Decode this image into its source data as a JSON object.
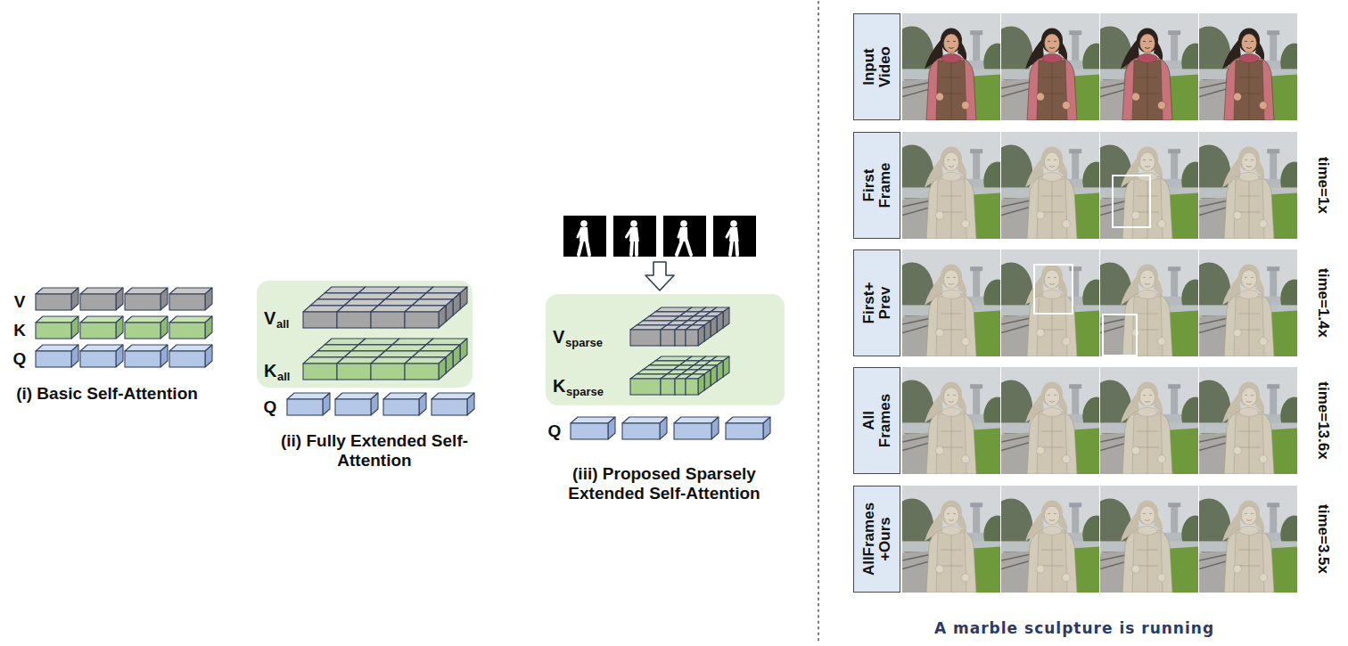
{
  "diagram": {
    "nodes": [
      {
        "text": [
          "V",
          "all",
          "K",
          "all"
        ]
      },
      {
        "text": [
          "V",
          "sparse",
          "K",
          "sparse"
        ]
      },
      {
        "text": [
          "Input Video"
        ]
      },
      {
        "text": [
          "First Frame"
        ]
      },
      {
        "text": [
          "First+ Prev"
        ]
      },
      {
        "text": [
          "All Frames"
        ]
      },
      {
        "text": [
          "AllFrames +Ours"
        ]
      }
    ],
    "labels": [
      "V",
      "K",
      "Q",
      "(i) Basic Self-Attention",
      "Q",
      "(ii) Fully Extended Self-Attention",
      "Q",
      "(iii) Proposed Sparsely Extended Self-Attention",
      "time=1x",
      "time=1.4x",
      "time=13.6x",
      "time=3.5x",
      "A marble sculpture is running"
    ]
  }
}
